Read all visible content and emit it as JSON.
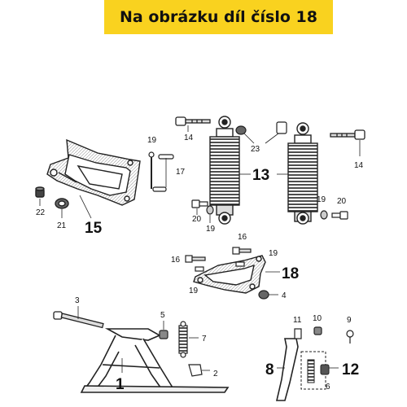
{
  "banner": {
    "text": "Na obrázku díl číslo 18",
    "color": "#f9d21f"
  },
  "callouts": [
    "1",
    "2",
    "3",
    "4",
    "5",
    "6",
    "7",
    "8",
    "9",
    "10",
    "11",
    "12",
    "13",
    "14",
    "14",
    "15",
    "16",
    "16",
    "17",
    "18",
    "19",
    "19",
    "19",
    "19",
    "19",
    "20",
    "20",
    "21",
    "22",
    "23"
  ]
}
